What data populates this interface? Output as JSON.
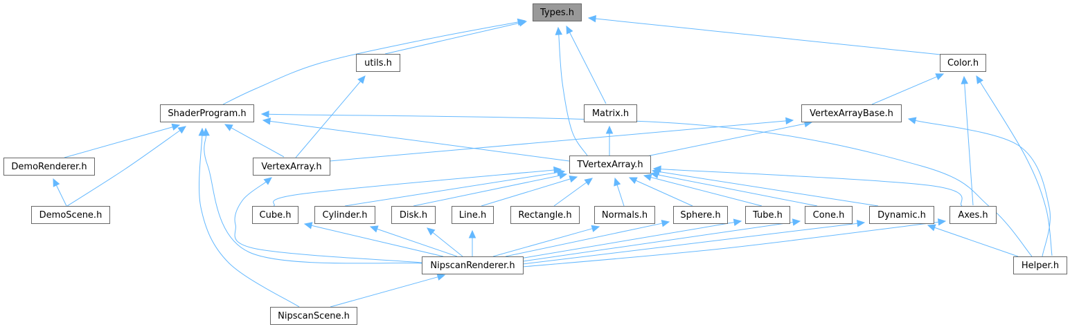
{
  "graph": {
    "kind": "include-dependency-graph",
    "nodes": {
      "types": {
        "label": "Types.h",
        "highlighted": true
      },
      "utils": {
        "label": "utils.h"
      },
      "color": {
        "label": "Color.h"
      },
      "shader": {
        "label": "ShaderProgram.h"
      },
      "matrix": {
        "label": "Matrix.h"
      },
      "vabase": {
        "label": "VertexArrayBase.h"
      },
      "demorenderer": {
        "label": "DemoRenderer.h"
      },
      "vertexarray": {
        "label": "VertexArray.h"
      },
      "tvertexarray": {
        "label": "TVertexArray.h"
      },
      "demoscene": {
        "label": "DemoScene.h"
      },
      "cube": {
        "label": "Cube.h"
      },
      "cylinder": {
        "label": "Cylinder.h"
      },
      "disk": {
        "label": "Disk.h"
      },
      "line": {
        "label": "Line.h"
      },
      "rectangle": {
        "label": "Rectangle.h"
      },
      "normals": {
        "label": "Normals.h"
      },
      "sphere": {
        "label": "Sphere.h"
      },
      "tube": {
        "label": "Tube.h"
      },
      "cone": {
        "label": "Cone.h"
      },
      "dynamic": {
        "label": "Dynamic.h"
      },
      "axes": {
        "label": "Axes.h"
      },
      "nipscanrenderer": {
        "label": "NipscanRenderer.h"
      },
      "helper": {
        "label": "Helper.h"
      },
      "nipscanscene": {
        "label": "NipscanScene.h"
      }
    },
    "edges": [
      {
        "from": "utils",
        "to": "types"
      },
      {
        "from": "color",
        "to": "types"
      },
      {
        "from": "shader",
        "to": "types"
      },
      {
        "from": "matrix",
        "to": "types"
      },
      {
        "from": "tvertexarray",
        "to": "types"
      },
      {
        "from": "vertexarray",
        "to": "utils"
      },
      {
        "from": "vabase",
        "to": "color"
      },
      {
        "from": "axes",
        "to": "color"
      },
      {
        "from": "helper",
        "to": "color"
      },
      {
        "from": "demorenderer",
        "to": "shader"
      },
      {
        "from": "demoscene",
        "to": "shader"
      },
      {
        "from": "vertexarray",
        "to": "shader"
      },
      {
        "from": "tvertexarray",
        "to": "shader"
      },
      {
        "from": "nipscanrenderer",
        "to": "shader"
      },
      {
        "from": "nipscanscene",
        "to": "shader"
      },
      {
        "from": "helper",
        "to": "shader"
      },
      {
        "from": "tvertexarray",
        "to": "matrix"
      },
      {
        "from": "vertexarray",
        "to": "vabase"
      },
      {
        "from": "tvertexarray",
        "to": "vabase"
      },
      {
        "from": "helper",
        "to": "vabase"
      },
      {
        "from": "demoscene",
        "to": "demorenderer"
      },
      {
        "from": "nipscanrenderer",
        "to": "vertexarray"
      },
      {
        "from": "cube",
        "to": "tvertexarray"
      },
      {
        "from": "cylinder",
        "to": "tvertexarray"
      },
      {
        "from": "disk",
        "to": "tvertexarray"
      },
      {
        "from": "line",
        "to": "tvertexarray"
      },
      {
        "from": "rectangle",
        "to": "tvertexarray"
      },
      {
        "from": "normals",
        "to": "tvertexarray"
      },
      {
        "from": "sphere",
        "to": "tvertexarray"
      },
      {
        "from": "tube",
        "to": "tvertexarray"
      },
      {
        "from": "cone",
        "to": "tvertexarray"
      },
      {
        "from": "dynamic",
        "to": "tvertexarray"
      },
      {
        "from": "axes",
        "to": "tvertexarray"
      },
      {
        "from": "nipscanrenderer",
        "to": "cube"
      },
      {
        "from": "nipscanrenderer",
        "to": "cylinder"
      },
      {
        "from": "nipscanrenderer",
        "to": "disk"
      },
      {
        "from": "nipscanrenderer",
        "to": "line"
      },
      {
        "from": "nipscanrenderer",
        "to": "normals"
      },
      {
        "from": "nipscanrenderer",
        "to": "sphere"
      },
      {
        "from": "nipscanrenderer",
        "to": "tube"
      },
      {
        "from": "nipscanrenderer",
        "to": "cone"
      },
      {
        "from": "nipscanrenderer",
        "to": "dynamic"
      },
      {
        "from": "nipscanrenderer",
        "to": "axes"
      },
      {
        "from": "helper",
        "to": "dynamic"
      },
      {
        "from": "nipscanscene",
        "to": "nipscanrenderer"
      }
    ],
    "colors": {
      "edge": "#63b8ff",
      "node_border": "#666666",
      "node_fill": "#ffffff",
      "highlight_fill": "#999999"
    }
  }
}
